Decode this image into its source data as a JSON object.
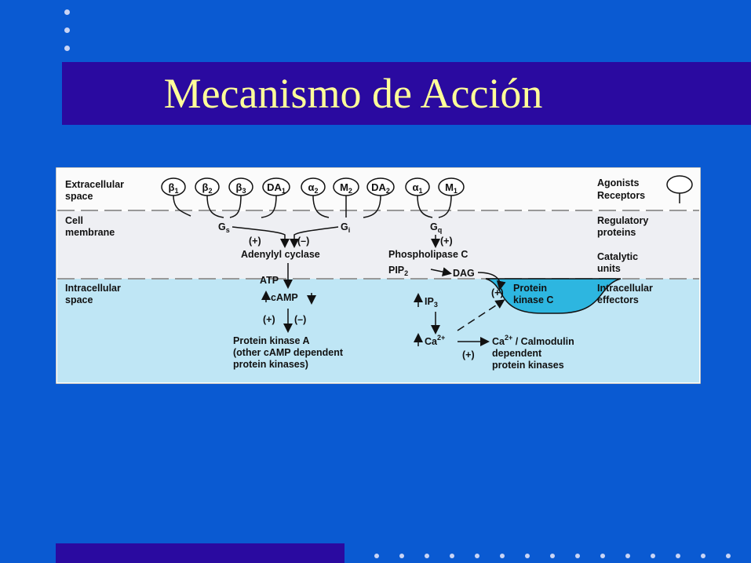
{
  "slide": {
    "title": "Mecanismo de Acción"
  },
  "diagram": {
    "zones": {
      "extracellular_1": "Extracellular",
      "extracellular_2": "space",
      "membrane_1": "Cell",
      "membrane_2": "membrane",
      "intracellular_1": "Intracellular",
      "intracellular_2": "space"
    },
    "right_labels": {
      "agonists": "Agonists",
      "receptors": "Receptors",
      "regulatory_1": "Regulatory",
      "regulatory_2": "proteins",
      "catalytic_1": "Catalytic",
      "catalytic_2": "units",
      "effectors_1": "Intracellular",
      "effectors_2": "effectors"
    },
    "receptors": [
      {
        "base": "β",
        "sub": "1"
      },
      {
        "base": "β",
        "sub": "2"
      },
      {
        "base": "β",
        "sub": "3"
      },
      {
        "base": "DA",
        "sub": "1"
      },
      {
        "base": "α",
        "sub": "2"
      },
      {
        "base": "M",
        "sub": "2"
      },
      {
        "base": "DA",
        "sub": "2"
      },
      {
        "base": "α",
        "sub": "1"
      },
      {
        "base": "M",
        "sub": "1"
      }
    ],
    "g_proteins": {
      "gs_base": "G",
      "gs_sub": "s",
      "gi_base": "G",
      "gi_sub": "i",
      "gq_base": "G",
      "gq_sub": "q"
    },
    "signs": {
      "plus": "(+)",
      "minus": "(–)"
    },
    "left_pathway": {
      "enzyme": "Adenylyl cyclase",
      "substrate": "ATP",
      "messenger": "cAMP",
      "kinase_1": "Protein kinase A",
      "kinase_2": "(other cAMP dependent",
      "kinase_3": "protein kinases)"
    },
    "right_pathway": {
      "enzyme": "Phospholipase C",
      "pip_base": "PIP",
      "pip_sub": "2",
      "dag": "DAG",
      "ip_base": "IP",
      "ip_sub": "3",
      "ca_base": "Ca",
      "ca_sup": "2+",
      "pkc_1": "Protein",
      "pkc_2": "kinase C",
      "calmod_ca": "Ca",
      "calmod_sup": "2+",
      "calmod_rest": " / Calmodulin",
      "calmod_2": "dependent",
      "calmod_3": "protein kinases"
    }
  }
}
